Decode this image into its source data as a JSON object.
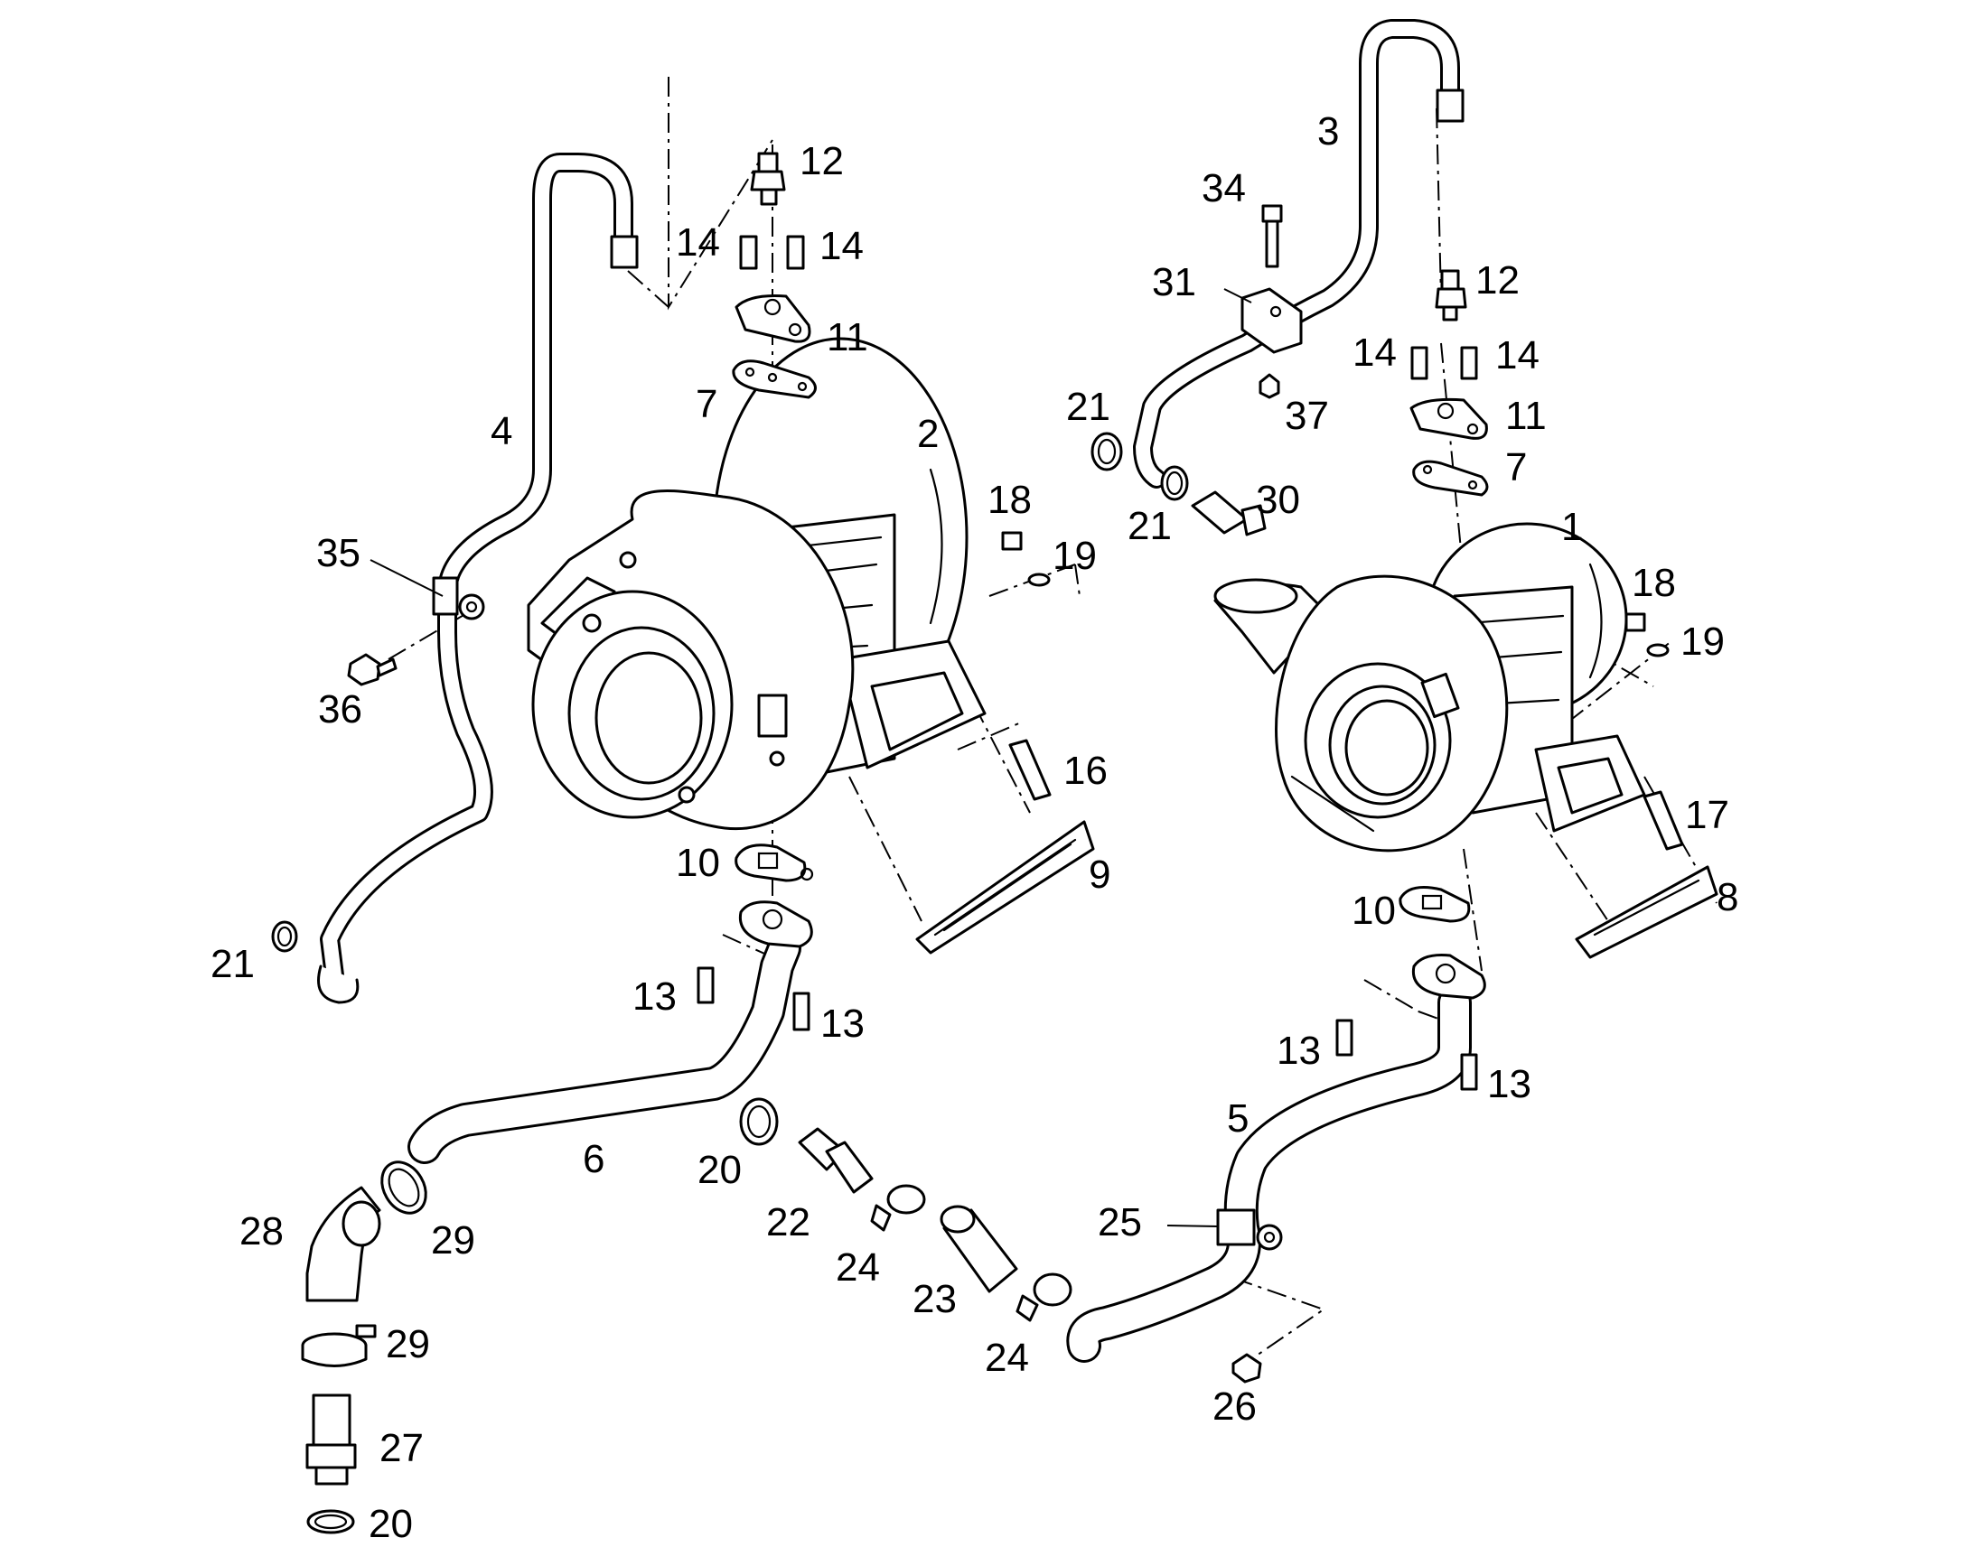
{
  "callouts": {
    "c1": "1",
    "c2": "2",
    "c3": "3",
    "c4": "4",
    "c5": "5",
    "c6": "6",
    "c7a": "7",
    "c7b": "7",
    "c8": "8",
    "c9": "9",
    "c10a": "10",
    "c10b": "10",
    "c11a": "11",
    "c11b": "11",
    "c12a": "12",
    "c12b": "12",
    "c13a": "13",
    "c13b": "13",
    "c13c": "13",
    "c13d": "13",
    "c14a": "14",
    "c14b": "14",
    "c14c": "14",
    "c14d": "14",
    "c16": "16",
    "c17": "17",
    "c18a": "18",
    "c18b": "18",
    "c19a": "19",
    "c19b": "19",
    "c20a": "20",
    "c20b": "20",
    "c21a": "21",
    "c21b": "21",
    "c21c": "21",
    "c22": "22",
    "c23": "23",
    "c24a": "24",
    "c24b": "24",
    "c25": "25",
    "c26": "26",
    "c27": "27",
    "c28": "28",
    "c29a": "29",
    "c29b": "29",
    "c30": "30",
    "c31": "31",
    "c34": "34",
    "c35": "35",
    "c36": "36",
    "c37": "37"
  }
}
